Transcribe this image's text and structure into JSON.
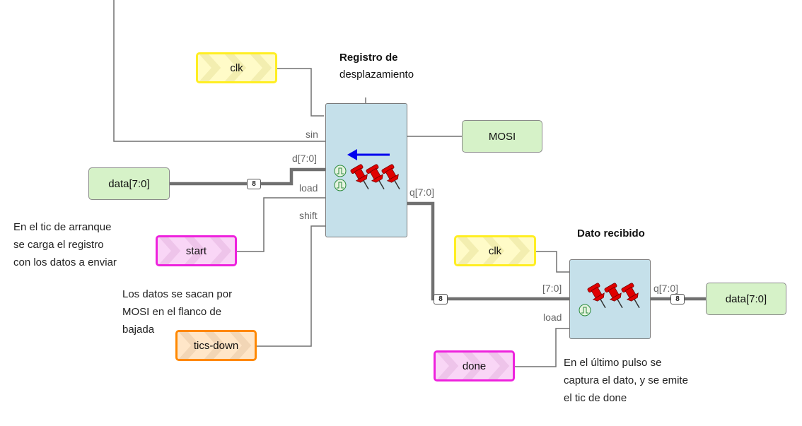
{
  "shift_register": {
    "title_line1": "Registro de",
    "title_line2": "desplazamiento",
    "ports": {
      "sin": "sin",
      "d": "d[7:0]",
      "load": "load",
      "shift": "shift",
      "q": "q[7:0]"
    }
  },
  "data_register": {
    "title": "Dato recibido",
    "ports": {
      "d": "[7:0]",
      "q": "q[7:0]",
      "load": "load"
    }
  },
  "inputs": {
    "clk_top": "clk",
    "clk_bottom": "clk",
    "data_in": "data[7:0]",
    "start": "start",
    "tics_down": "tics-down",
    "done": "done"
  },
  "outputs": {
    "mosi": "MOSI",
    "data_out": "data[7:0]"
  },
  "bus_widths": {
    "data_in": "8",
    "q_bus": "8",
    "data_out": "8"
  },
  "notes": {
    "start_note": "En el tic de arranque\nse carga el registro\ncon los datos a enviar",
    "mosi_note": "Los datos se sacan por\nMOSI en el flanco de\nbajada",
    "done_note": "En el último pulso se\ncaptura el dato, y se emite\nel tic de done"
  },
  "colors": {
    "clk_border": "#ffee22",
    "clk_fill": "#fffbc8",
    "pulse_border": "#ee22dd",
    "pulse_fill": "#f9d6f6",
    "tics_border": "#ff8800",
    "tics_fill": "#ffe6c8",
    "output_fill": "#d6f2c8",
    "block_fill": "#c5e0ea",
    "arrow": "#0000ee",
    "pin": "#e00000"
  }
}
